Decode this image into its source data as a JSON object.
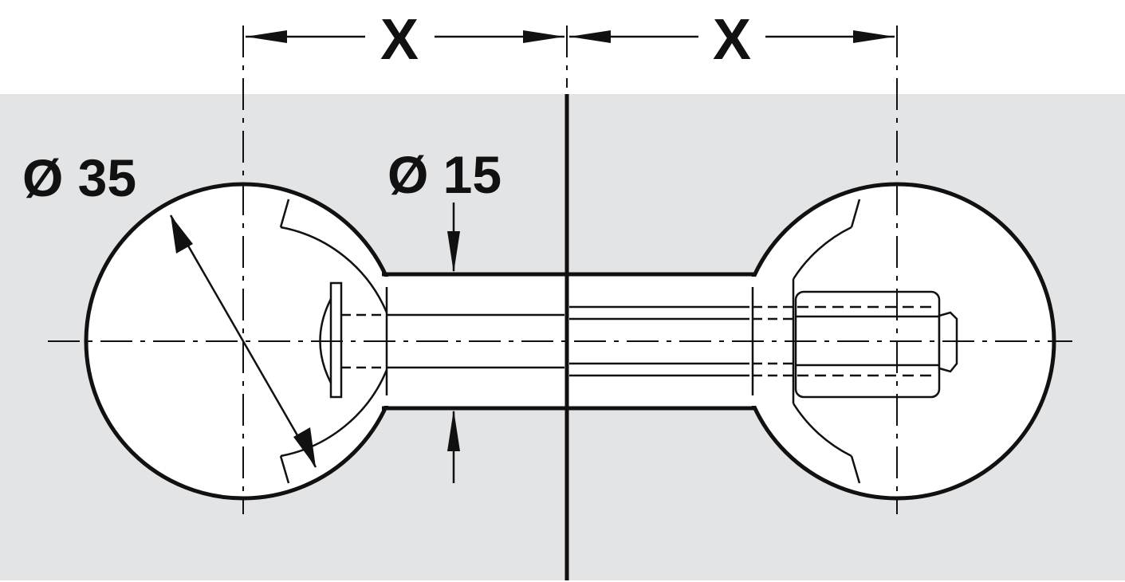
{
  "dimensions": {
    "left_spacing_label": "X",
    "right_spacing_label": "X",
    "sphere_diameter_label": "Ø 35",
    "shaft_diameter_label": "Ø 15"
  },
  "colors": {
    "panel_background": "#e3e4e6",
    "line": "#111111",
    "part_fill": "#ffffff"
  }
}
